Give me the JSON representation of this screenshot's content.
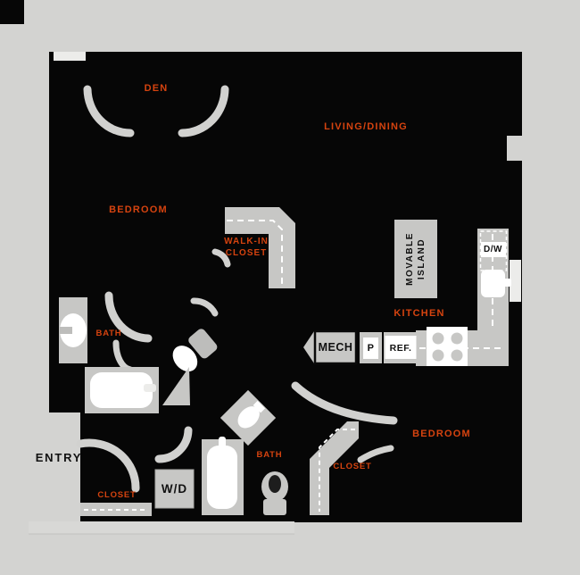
{
  "title": "Apartment floor plan",
  "colors": {
    "background": "#d3d3d1",
    "walls": "#060606",
    "fixture_gray": "#c7c7c5",
    "door_arc_gray": "#d1d1cf",
    "fixture_white": "#ffffff",
    "accent_orange": "#d5430f",
    "text_black": "#111111"
  },
  "rooms": {
    "den": "DEN",
    "living_dining": "LIVING/DINING",
    "bedroom": "BEDROOM",
    "walk_in_closet": {
      "line1": "WALK-IN",
      "line2": "CLOSET"
    },
    "kitchen": "KITCHEN",
    "bedroom2": "BEDROOM",
    "bath1": "BATH",
    "bath2": "BATH",
    "closet_bedroom": "CLOSET",
    "closet_entry": "CLOSET",
    "entry": "ENTRY"
  },
  "fixtures": {
    "mech": "MECH",
    "pantry": "P",
    "refrigerator": "REF.",
    "dishwasher": "D/W",
    "washer_dryer": "W/D",
    "movable_island": {
      "line1": "MOVABLE",
      "line2": "ISLAND"
    }
  }
}
